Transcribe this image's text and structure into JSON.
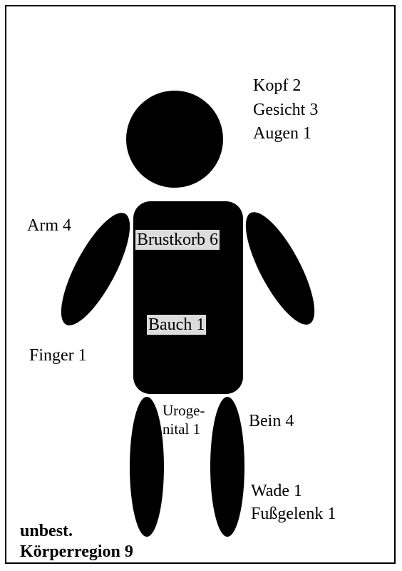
{
  "labels": {
    "kopf": "Kopf 2",
    "gesicht": "Gesicht 3",
    "augen": "Augen 1",
    "arm": "Arm 4",
    "brustkorb": "Brustkorb 6",
    "bauch": "Bauch 1",
    "finger": "Finger 1",
    "urogenital_line1": "Uroge-",
    "urogenital_line2": "nital 1",
    "bein": "Bein 4",
    "wade": "Wade 1",
    "fussgelenk": "Fußgelenk 1",
    "unbest_line1": "unbest.",
    "unbest_line2": "Körperregion 9"
  },
  "colors": {
    "figure": "#000000",
    "label_box": "#dcdcdc",
    "background": "#ffffff"
  }
}
